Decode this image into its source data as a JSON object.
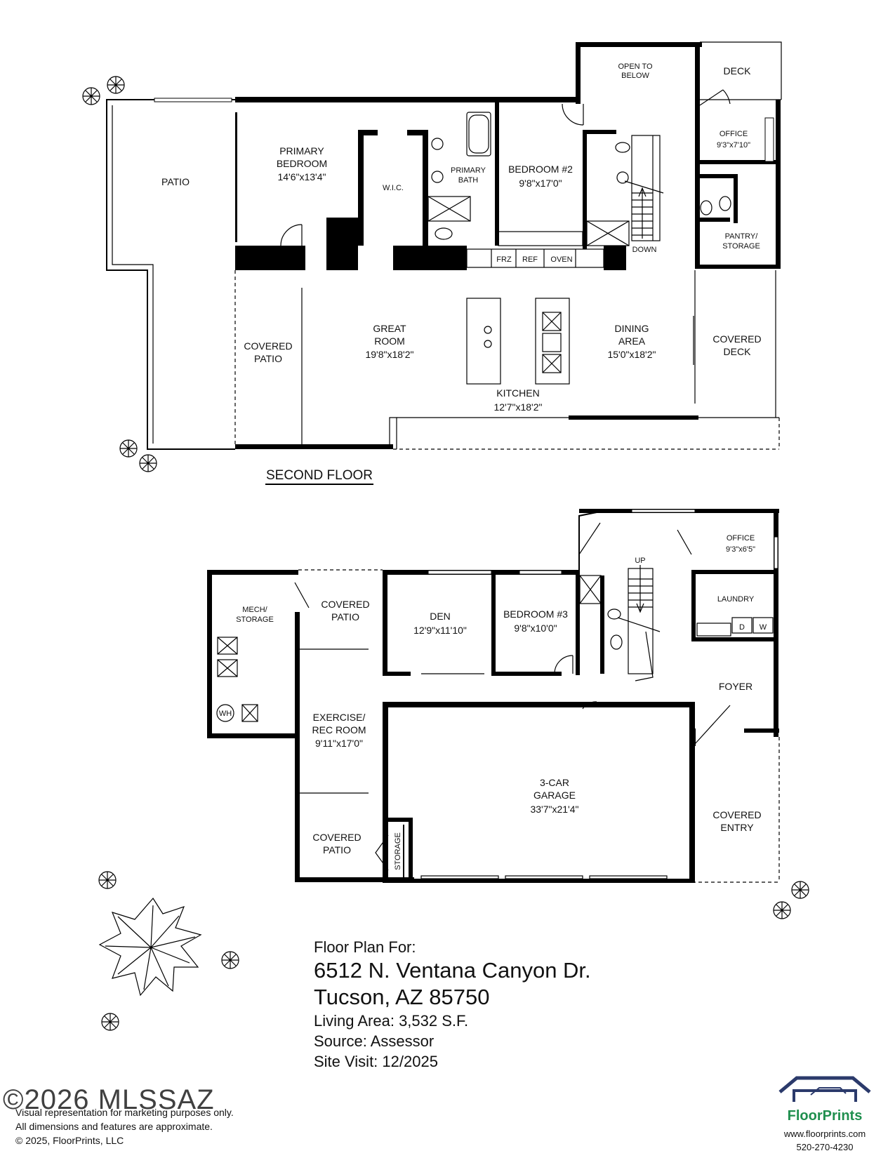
{
  "second_floor": {
    "title": "SECOND FLOOR",
    "rooms": {
      "patio": "PATIO",
      "primary_bedroom_1": "PRIMARY",
      "primary_bedroom_2": "BEDROOM",
      "primary_bedroom_dim": "14'6\"x13'4\"",
      "wic": "W.I.C.",
      "primary_bath_1": "PRIMARY",
      "primary_bath_2": "BATH",
      "bedroom2": "BEDROOM #2",
      "bedroom2_dim": "9'8\"x17'0\"",
      "open_below_1": "OPEN TO",
      "open_below_2": "BELOW",
      "deck": "DECK",
      "office": "OFFICE",
      "office_dim": "9'3\"x7'10\"",
      "pantry_1": "PANTRY/",
      "pantry_2": "STORAGE",
      "down": "DOWN",
      "frz": "FRZ",
      "ref": "REF",
      "oven": "OVEN",
      "covered_patio_1": "COVERED",
      "covered_patio_2": "PATIO",
      "great_room_1": "GREAT",
      "great_room_2": "ROOM",
      "great_room_dim": "19'8\"x18'2\"",
      "dining_1": "DINING",
      "dining_2": "AREA",
      "dining_dim": "15'0\"x18'2\"",
      "covered_deck_1": "COVERED",
      "covered_deck_2": "DECK",
      "kitchen": "KITCHEN",
      "kitchen_dim": "12'7\"x18'2\""
    }
  },
  "first_floor": {
    "rooms": {
      "mech_1": "MECH/",
      "mech_2": "STORAGE",
      "wh": "WH",
      "covered_patio_top_1": "COVERED",
      "covered_patio_top_2": "PATIO",
      "den": "DEN",
      "den_dim": "12'9\"x11'10\"",
      "bedroom3": "BEDROOM #3",
      "bedroom3_dim": "9'8\"x10'0\"",
      "up": "UP",
      "office": "OFFICE",
      "office_dim": "9'3\"x6'5\"",
      "laundry": "LAUNDRY",
      "d": "D",
      "w": "W",
      "foyer": "FOYER",
      "exercise_1": "EXERCISE/",
      "exercise_2": "REC ROOM",
      "exercise_dim": "9'11\"x17'0\"",
      "garage_1": "3-CAR",
      "garage_2": "GARAGE",
      "garage_dim": "33'7\"x21'4\"",
      "covered_entry_1": "COVERED",
      "covered_entry_2": "ENTRY",
      "covered_patio_bottom_1": "COVERED",
      "covered_patio_bottom_2": "PATIO",
      "storage": "STORAGE"
    }
  },
  "info": {
    "label": "Floor Plan For:",
    "address_line1": "6512 N. Ventana Canyon Dr.",
    "address_line2": "Tucson, AZ  85750",
    "living_area": "Living Area:  3,532 S.F.",
    "source": "Source:  Assessor",
    "site_visit": "Site Visit:  12/2025"
  },
  "disclaimer": {
    "line1": "Visual representation for marketing purposes only.",
    "line2": "All dimensions and features are approximate.",
    "line3": "© 2025, FloorPrints, LLC"
  },
  "watermark": "©2026 MLSSAZ",
  "brand": {
    "name": "FloorPrints",
    "website": "www.floorprints.com",
    "phone": "520-270-4230",
    "logo_color": "#2b3a6b",
    "text_color": "#1f8f4e"
  }
}
